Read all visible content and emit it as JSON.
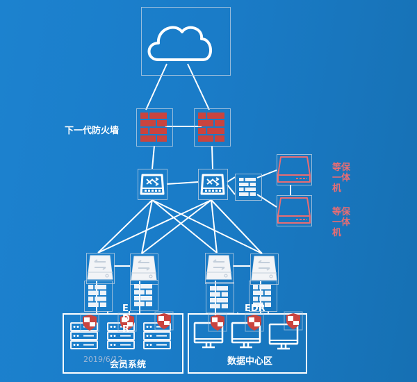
{
  "diagram": {
    "title": "Network security topology",
    "colors": {
      "background": "#1c80cc",
      "line": "#ffffff",
      "firewall_brick": "#c9443f",
      "appliance": "#e86d73",
      "shield": "#c9443f",
      "frame": "#b9cde0"
    },
    "labels": {
      "ngfw": "下一代防火墙",
      "compliance_1": "等保一体机",
      "compliance_2": "等保一体机",
      "edr_left": "EDR",
      "edr_right": "EDR",
      "zone_member": "会员系统",
      "zone_datacenter": "数据中心区",
      "date_stamp": "2019/6/12"
    },
    "nodes": [
      {
        "id": "cloud",
        "type": "cloud-icon"
      },
      {
        "id": "fw1",
        "type": "firewall-icon"
      },
      {
        "id": "fw2",
        "type": "firewall-icon"
      },
      {
        "id": "core1",
        "type": "core-switch-icon"
      },
      {
        "id": "core2",
        "type": "core-switch-icon"
      },
      {
        "id": "side-fw",
        "type": "firewall-icon"
      },
      {
        "id": "compliance1",
        "type": "appliance-icon"
      },
      {
        "id": "compliance2",
        "type": "appliance-icon"
      },
      {
        "id": "acc1",
        "type": "access-switch-icon"
      },
      {
        "id": "acc2",
        "type": "access-switch-icon"
      },
      {
        "id": "acc3",
        "type": "access-switch-icon"
      },
      {
        "id": "acc4",
        "type": "access-switch-icon"
      },
      {
        "id": "zfw1",
        "type": "firewall-icon"
      },
      {
        "id": "zfw2",
        "type": "firewall-icon"
      },
      {
        "id": "zfw3",
        "type": "firewall-icon"
      },
      {
        "id": "zfw4",
        "type": "firewall-icon"
      },
      {
        "id": "srv1",
        "type": "server-icon"
      },
      {
        "id": "srv2",
        "type": "server-icon"
      },
      {
        "id": "srv3",
        "type": "server-icon"
      },
      {
        "id": "pc1",
        "type": "monitor-icon"
      },
      {
        "id": "pc2",
        "type": "monitor-icon"
      },
      {
        "id": "pc3",
        "type": "monitor-icon"
      }
    ],
    "edges": [
      [
        "cloud",
        "fw1"
      ],
      [
        "cloud",
        "fw2"
      ],
      [
        "fw1",
        "fw2"
      ],
      [
        "fw1",
        "core1"
      ],
      [
        "fw2",
        "core2"
      ],
      [
        "core1",
        "core2"
      ],
      [
        "core2",
        "side-fw"
      ],
      [
        "side-fw",
        "compliance1"
      ],
      [
        "side-fw",
        "compliance2"
      ],
      [
        "compliance1",
        "compliance2"
      ],
      [
        "core1",
        "acc1"
      ],
      [
        "core1",
        "acc2"
      ],
      [
        "core1",
        "acc3"
      ],
      [
        "core1",
        "acc4"
      ],
      [
        "core2",
        "acc1"
      ],
      [
        "core2",
        "acc2"
      ],
      [
        "core2",
        "acc3"
      ],
      [
        "core2",
        "acc4"
      ],
      [
        "acc1",
        "acc2"
      ],
      [
        "acc3",
        "acc4"
      ],
      [
        "acc1",
        "zfw1"
      ],
      [
        "acc2",
        "zfw2"
      ],
      [
        "acc3",
        "zfw3"
      ],
      [
        "acc4",
        "zfw4"
      ]
    ]
  }
}
